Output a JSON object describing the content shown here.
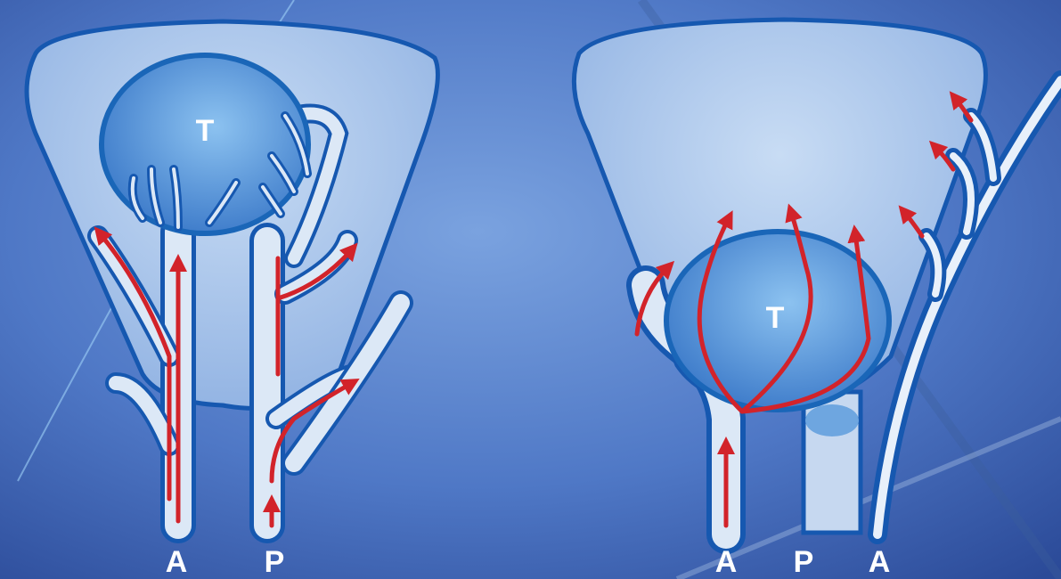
{
  "left_diagram": {
    "tumor_label": "T",
    "vessel_labels": {
      "anterior": "A",
      "posterior": "P"
    }
  },
  "right_diagram": {
    "tumor_label": "T",
    "vessel_labels": {
      "anterior_left": "A",
      "posterior": "P",
      "anterior_right": "A"
    }
  },
  "colors": {
    "background_dark": "#2e4f9e",
    "background_light": "#6a92d6",
    "organ_fill": "#a8c4ea",
    "outline": "#1658b0",
    "tumor_fill": "#5e96d8",
    "vessel_fill": "#dce8f6",
    "flow_arrow": "#d2232a",
    "label_text": "#ffffff"
  }
}
